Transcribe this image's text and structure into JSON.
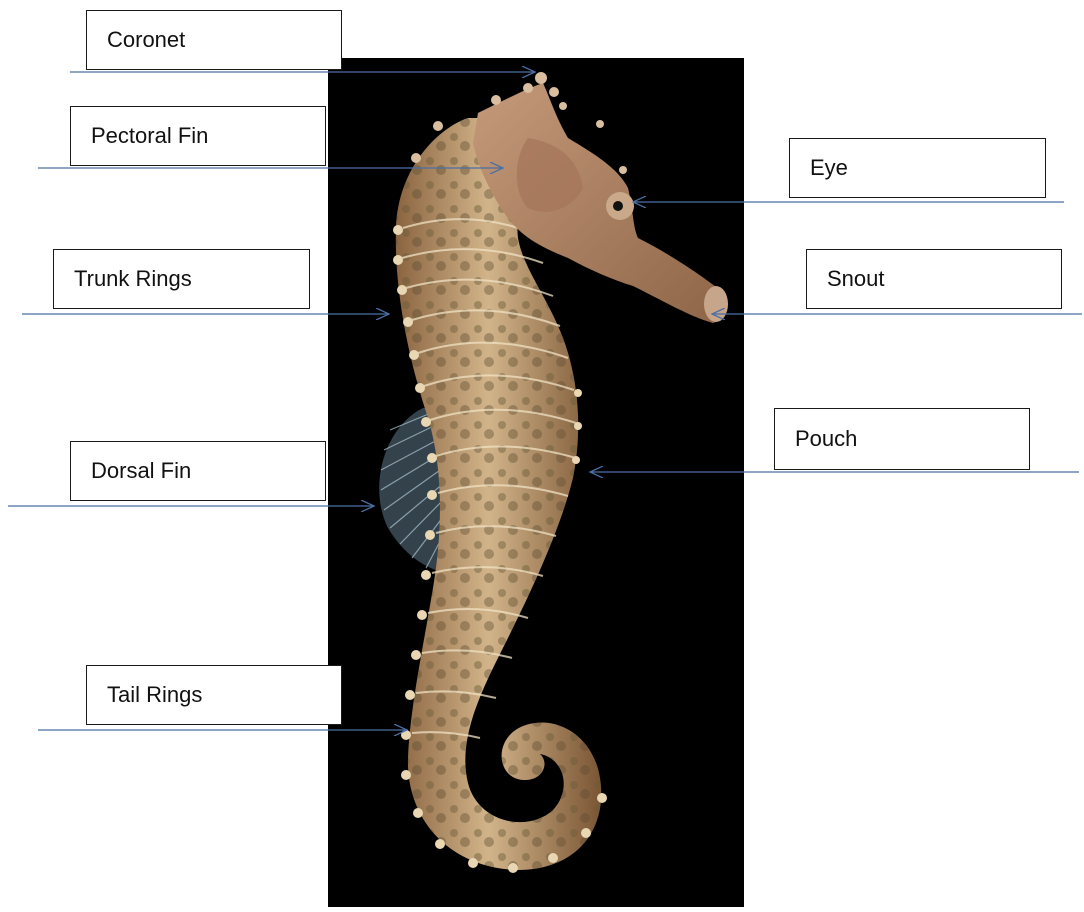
{
  "diagram": {
    "labels": {
      "coronet": "Coronet",
      "pectoral_fin": "Pectoral Fin",
      "eye": "Eye",
      "trunk_rings": "Trunk Rings",
      "snout": "Snout",
      "pouch": "Pouch",
      "dorsal_fin": "Dorsal Fin",
      "tail_rings": "Tail Rings"
    }
  },
  "colors": {
    "background": "#ffffff",
    "photo_background": "#000000",
    "arrow": "#4a6fa5",
    "box_border": "#1a1a1a",
    "seahorse_body": "#b08a60",
    "seahorse_dark": "#6b4a2e",
    "seahorse_light": "#e3cba4"
  }
}
